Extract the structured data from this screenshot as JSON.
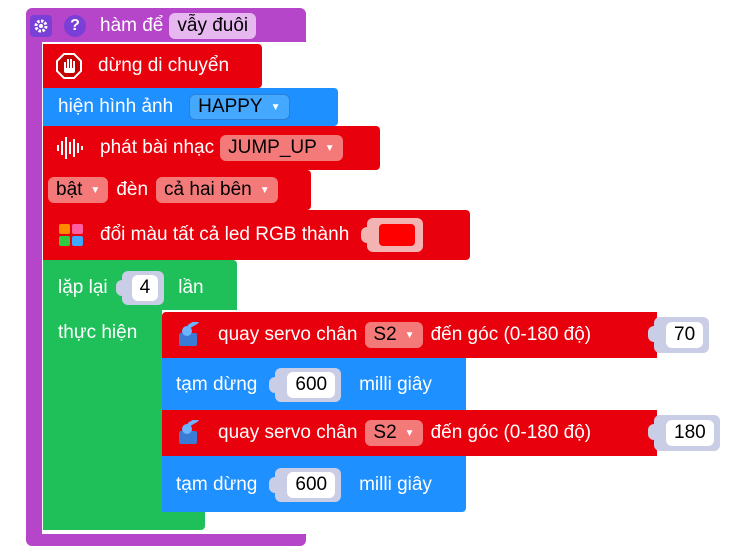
{
  "function_block": {
    "title": "hàm để",
    "name": "vẫy đuôi",
    "color": "#b545c9"
  },
  "blocks": {
    "stop_move": {
      "label": "dừng di chuyển",
      "icon": "stop-hand-icon"
    },
    "show_image": {
      "label": "hiện hình ảnh",
      "value": "HAPPY",
      "icon": "image-icon"
    },
    "play_music": {
      "label": "phát bài nhạc",
      "value": "JUMP_UP",
      "icon": "sound-wave-icon"
    },
    "light": {
      "action": "bật",
      "label": "đèn",
      "value": "cả hai bên"
    },
    "rgb": {
      "label": "đổi màu tất cả led RGB thành",
      "color_value": "#ff0000",
      "icon": "rgb-led-icon"
    },
    "repeat": {
      "label": "lặp lại",
      "count": "4",
      "unit": "lần",
      "do_label": "thực hiện"
    },
    "servo1": {
      "label": "quay servo chân",
      "pin": "S2",
      "label2": "đến góc (0-180 độ)",
      "angle": "70",
      "icon": "servo-icon"
    },
    "pause1": {
      "label": "tạm dừng",
      "value": "600",
      "unit": "milli giây"
    },
    "servo2": {
      "label": "quay servo chân",
      "pin": "S2",
      "label2": "đến góc (0-180 độ)",
      "angle": "180",
      "icon": "servo-icon"
    },
    "pause2": {
      "label": "tạm dừng",
      "value": "600",
      "unit": "milli giây"
    }
  },
  "icons": {
    "gear": "gear-icon",
    "help": "help-icon"
  },
  "colors": {
    "purple": "#b545c9",
    "red": "#e8000c",
    "blue": "#1e90ff",
    "green": "#1fc05a",
    "red_dropdown": "#f47a7a",
    "blue_dropdown": "#44a8ff",
    "slot_grey": "#c9cde6"
  }
}
